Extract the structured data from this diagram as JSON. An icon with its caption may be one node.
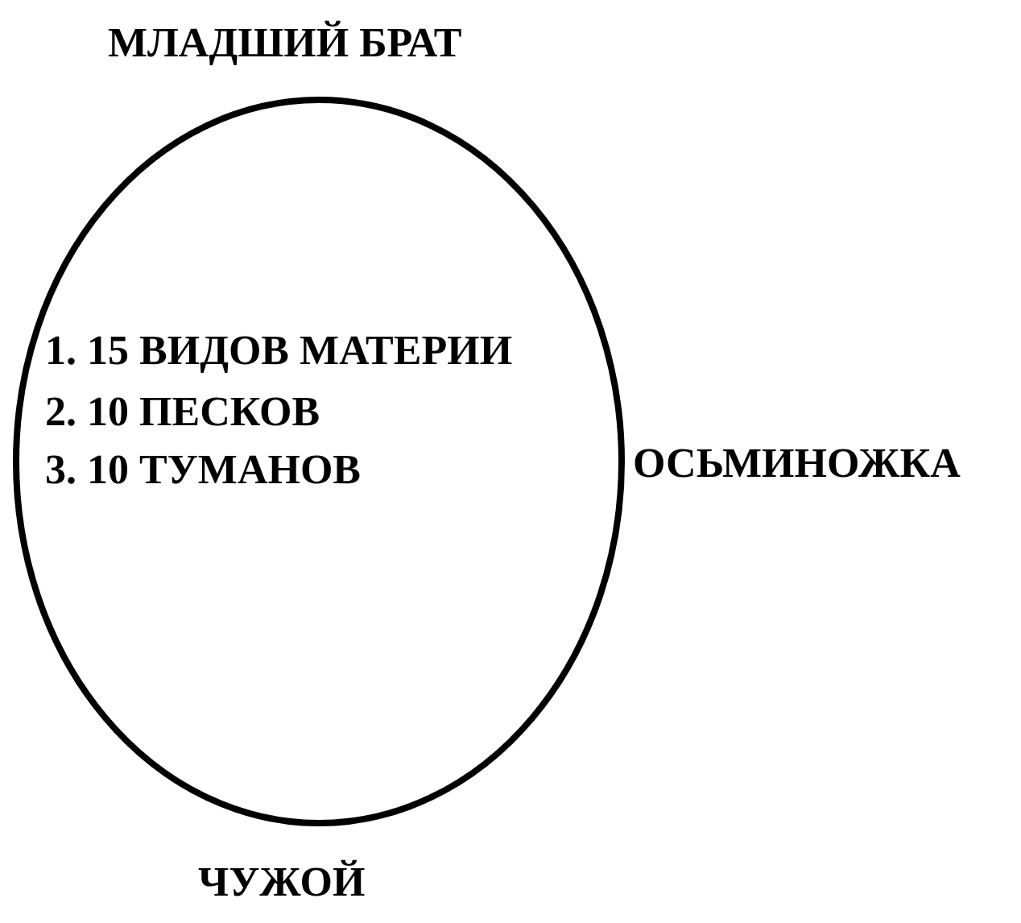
{
  "diagram": {
    "nodes": [
      {
        "text": [
          "1. 15 ВИДОВ МАТЕРИИ",
          "2. 10 ПЕСКОВ",
          "3. 10 ТУМАНОВ"
        ],
        "beside": [
          "МЛАДШИЙ БРАТ",
          "ОСЬМИНОЖКА",
          "ЧУЖОЙ"
        ]
      }
    ]
  }
}
